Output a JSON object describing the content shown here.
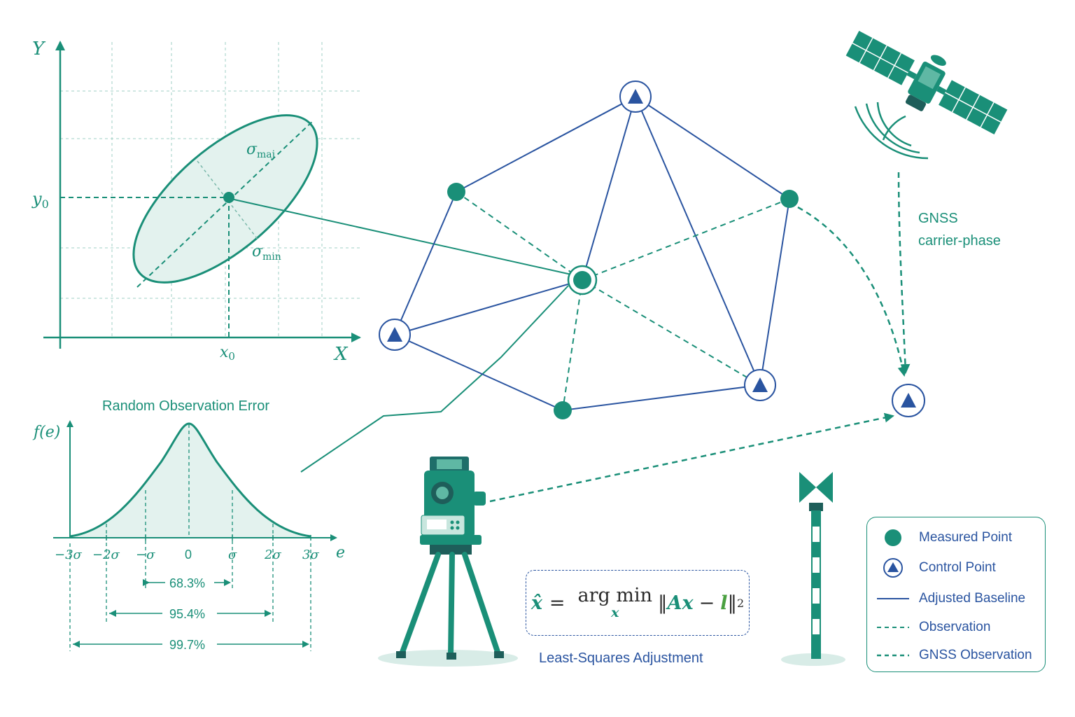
{
  "error_ellipse": {
    "axis_x_label": "X",
    "axis_y_label": "Y",
    "x0_label": "x",
    "x0_sub": "0",
    "y0_label": "y",
    "y0_sub": "0",
    "sigma_major_label": "σ",
    "sigma_major_sub": "maj",
    "sigma_minor_label": "σ",
    "sigma_minor_sub": "min"
  },
  "distribution": {
    "title": "Random Observation Error",
    "y_axis_label": "f(e)",
    "x_axis_label": "e",
    "ticks": [
      "−3σ",
      "−2σ",
      "−σ",
      "0",
      "σ",
      "2σ",
      "3σ"
    ],
    "intervals": [
      "68.3%",
      "95.4%",
      "99.7%"
    ]
  },
  "gnss": {
    "label_line1": "GNSS",
    "label_line2": "carrier-phase"
  },
  "adjustment": {
    "caption": "Least-Squares Adjustment",
    "formula": {
      "lhs": "x̂",
      "eq": "=",
      "argmin": "arg min",
      "argmin_sub": "x",
      "norm_open": "‖",
      "A": "A",
      "x": "x",
      "minus": "−",
      "l": "l",
      "norm_close": "‖",
      "power": "2"
    }
  },
  "legend": {
    "items": [
      {
        "symbol": "measured-point",
        "label": "Measured Point"
      },
      {
        "symbol": "control-point",
        "label": "Control Point"
      },
      {
        "symbol": "adjusted-baseline",
        "label": "Adjusted Baseline"
      },
      {
        "symbol": "observation",
        "label": "Observation"
      },
      {
        "symbol": "gnss-observation",
        "label": "GNSS Observation"
      }
    ]
  },
  "colors": {
    "teal": "#1a8f78",
    "navy": "#2a54a0",
    "light_fill": "#e3f2ee"
  }
}
